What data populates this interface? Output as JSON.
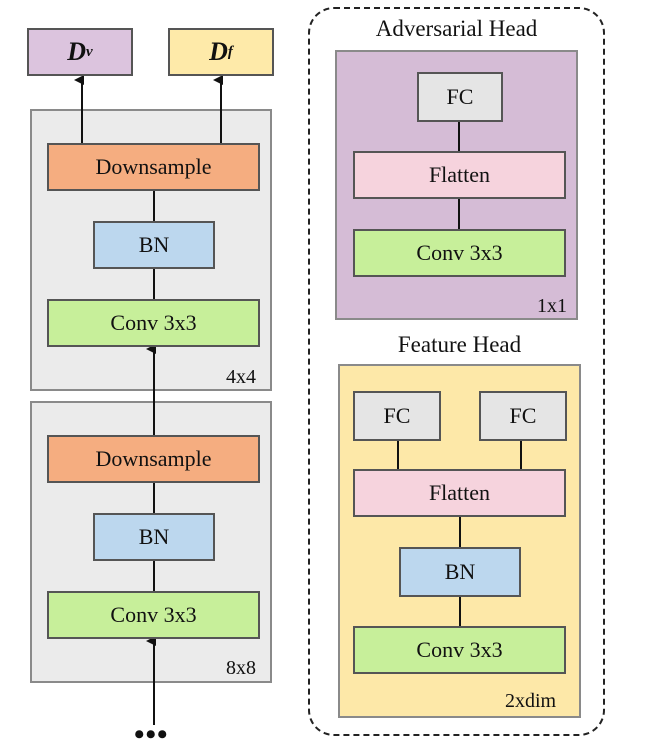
{
  "outputs": {
    "dv": {
      "base": "D",
      "sup": "v"
    },
    "df": {
      "base": "D",
      "sup": "f"
    }
  },
  "backbone": {
    "block_4x4": {
      "downsample": "Downsample",
      "bn": "BN",
      "conv": "Conv 3x3",
      "resolution": "4x4"
    },
    "block_8x8": {
      "downsample": "Downsample",
      "bn": "BN",
      "conv": "Conv 3x3",
      "resolution": "8x8"
    },
    "continuation": "•••"
  },
  "adversarial_head": {
    "title": "Adversarial Head",
    "fc": "FC",
    "flatten": "Flatten",
    "conv": "Conv 3x3",
    "resolution": "1x1"
  },
  "feature_head": {
    "title": "Feature Head",
    "fc_left": "FC",
    "fc_right": "FC",
    "flatten": "Flatten",
    "bn": "BN",
    "conv": "Conv 3x3",
    "resolution": "2xdim"
  },
  "colors": {
    "downsample": "#f5ad80",
    "bn": "#bcd7ee",
    "conv": "#c7ef9a",
    "flatten": "#f6d3dd",
    "fc": "#e5e5e5",
    "adversarial_bg": "#d5bcd6",
    "feature_bg": "#fde8a8",
    "group_bg": "#ebebeb"
  }
}
